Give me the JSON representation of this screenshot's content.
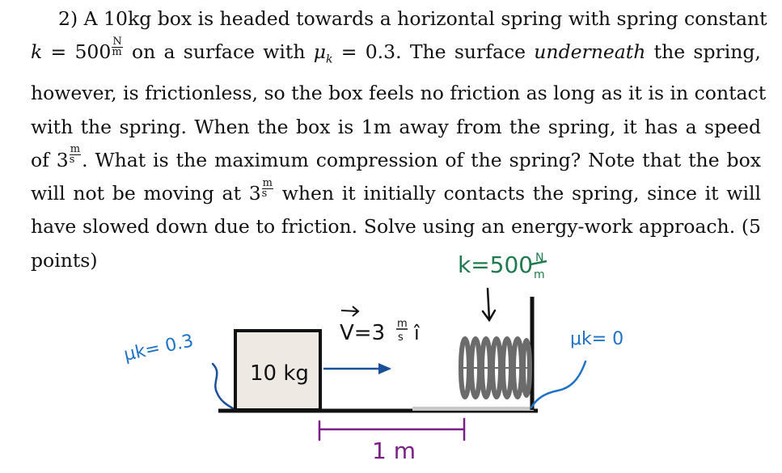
{
  "problem": {
    "number": "2)",
    "lines": [
      "A 10kg box is headed towards a horizontal spring with spring constant",
      "on a surface with",
      "= 0.3.  The surface",
      "underneath",
      "the spring,",
      "however, is frictionless, so the box feels no friction as long as it is in contact",
      "with the spring.  When the box is 1m away from the spring, it has a speed",
      "of 3",
      ".  What is the maximum compression of the spring?  Note that the box",
      "will not be moving at 3",
      "when it initially contacts the spring, since it will",
      "have slowed down due to friction.  Solve using an energy-work approach.  (5",
      "points)"
    ],
    "k_symbol": "k",
    "equals": "=",
    "k_value": "500",
    "unit_N": "N",
    "unit_m": "m",
    "unit_s": "s",
    "mu_symbol": "μ",
    "mu_sub": "k"
  },
  "diagram": {
    "spring_label": "k=500",
    "spring_unit_num": "N",
    "spring_unit_den": "m",
    "mu_left": "μk= 0.3",
    "mu_right": "μk= 0",
    "box_label": "10 kg",
    "velocity_label": "V=3",
    "velocity_unit_num": "m",
    "velocity_unit_den": "s",
    "velocity_dir": "î",
    "distance_label": "1 m",
    "colors": {
      "green": "#1f7a4d",
      "blue": "#1e73c8",
      "purple": "#7a1f86",
      "navy": "#1a4f9a",
      "box_fill": "#efe9e4",
      "spring": "#6b6b6b",
      "ink": "#111111"
    }
  }
}
